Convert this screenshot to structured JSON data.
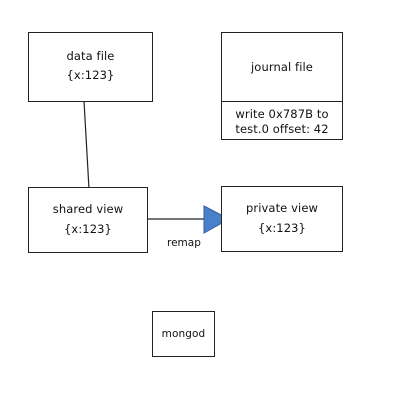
{
  "boxes": {
    "data_file": {
      "title": "data file",
      "content": "{x:123}"
    },
    "journal_file": {
      "title": "journal file",
      "entry_line1": "write 0x787B to",
      "entry_line2": "test.0 offset: 42"
    },
    "shared_view": {
      "title": "shared view",
      "content": "{x:123}"
    },
    "private_view": {
      "title": "private view",
      "content": "{x:123}"
    },
    "mongod": {
      "title": "mongod"
    }
  },
  "edges": {
    "remap_label": "remap"
  },
  "colors": {
    "arrow_fill": "#4a7fc9",
    "arrow_stroke": "#2f5f9f",
    "line": "#222222"
  }
}
